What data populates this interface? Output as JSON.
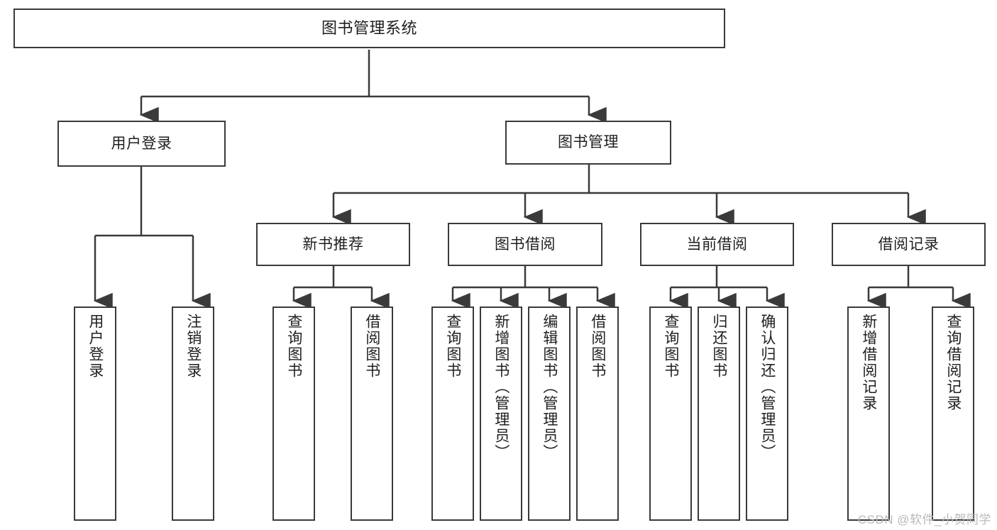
{
  "diagram": {
    "title": "图书管理系统",
    "watermark": "CSDN @软件_小贺同学",
    "stroke_color": "#3a3a3a",
    "text_color": "#1f1f1f",
    "background_color": "#ffffff",
    "watermark_color": "#b9b9b9"
  },
  "nodes": {
    "root": {
      "label": "图书管理系统"
    },
    "level2": [
      {
        "label": "用户登录"
      },
      {
        "label": "图书管理"
      }
    ],
    "level3": [
      {
        "label": "新书推荐"
      },
      {
        "label": "图书借阅"
      },
      {
        "label": "当前借阅"
      },
      {
        "label": "借阅记录"
      }
    ],
    "leaves_user_login": [
      {
        "label": "用户登录"
      },
      {
        "label": "注销登录"
      }
    ],
    "leaves_new_book": [
      {
        "label": "查询图书"
      },
      {
        "label": "借阅图书"
      }
    ],
    "leaves_borrow": [
      {
        "label": "查询图书"
      },
      {
        "label": "新增图书（管理员）"
      },
      {
        "label": "编辑图书（管理员）"
      },
      {
        "label": "借阅图书"
      }
    ],
    "leaves_current": [
      {
        "label": "查询图书"
      },
      {
        "label": "归还图书"
      },
      {
        "label": "确认归还（管理员）"
      }
    ],
    "leaves_records": [
      {
        "label": "新增借阅记录"
      },
      {
        "label": "查询借阅记录"
      }
    ]
  }
}
